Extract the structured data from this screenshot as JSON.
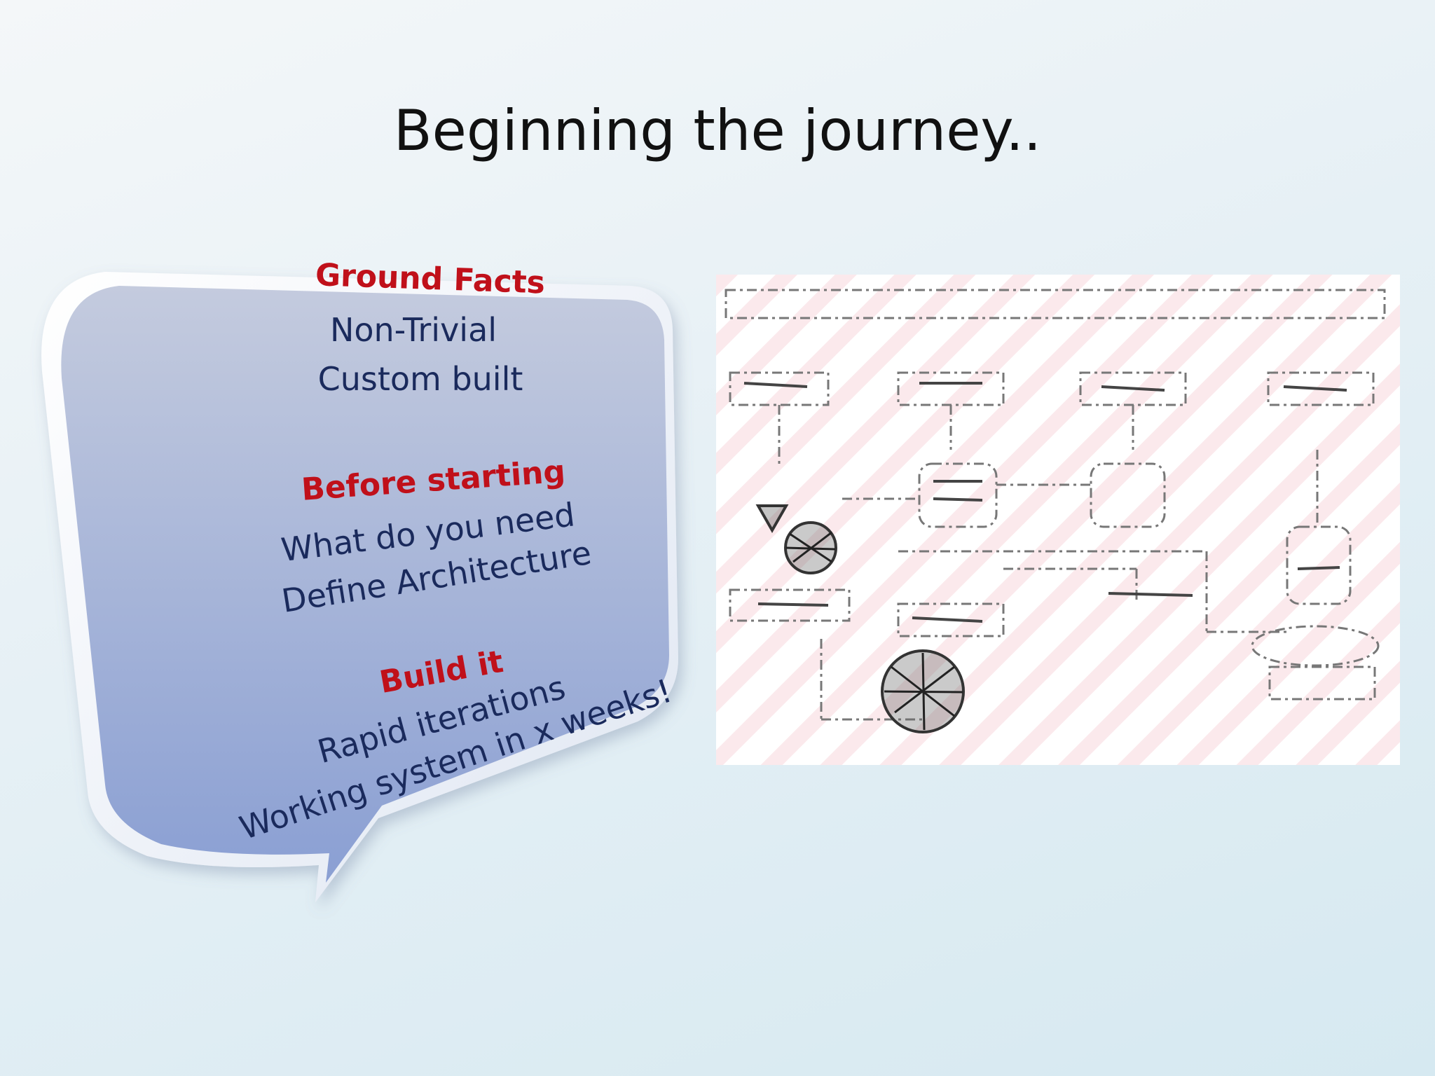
{
  "slide": {
    "title": "Beginning the journey.."
  },
  "bubble": {
    "sections": [
      {
        "heading": "Ground Facts",
        "lines": [
          "Non-Trivial",
          "Custom built"
        ]
      },
      {
        "heading": "Before starting",
        "lines": [
          "What do you need",
          "Define Architecture"
        ]
      },
      {
        "heading": "Build it",
        "lines": [
          "Rapid iterations",
          "Working system in x weeks!"
        ]
      }
    ],
    "colors": {
      "heading": "#c0101a",
      "text": "#1a2a5c",
      "fill_top": "#c3cbe0",
      "fill_bottom": "#8b9fd2"
    }
  },
  "diagram": {
    "description_icon": "architecture-sketch-image"
  }
}
